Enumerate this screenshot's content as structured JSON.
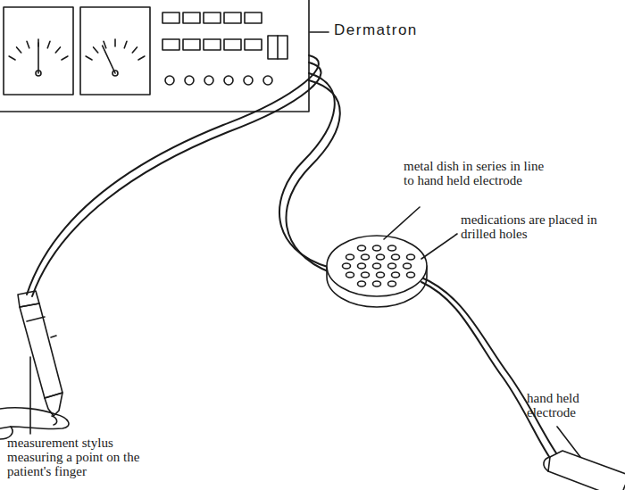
{
  "diagram": {
    "labels": [
      "Dermatron",
      "metal dish in series in line to hand held electrode",
      "medications are placed in drilled holes",
      "hand held electrode",
      "measurement stylus measuring a point on the patient's finger"
    ]
  }
}
